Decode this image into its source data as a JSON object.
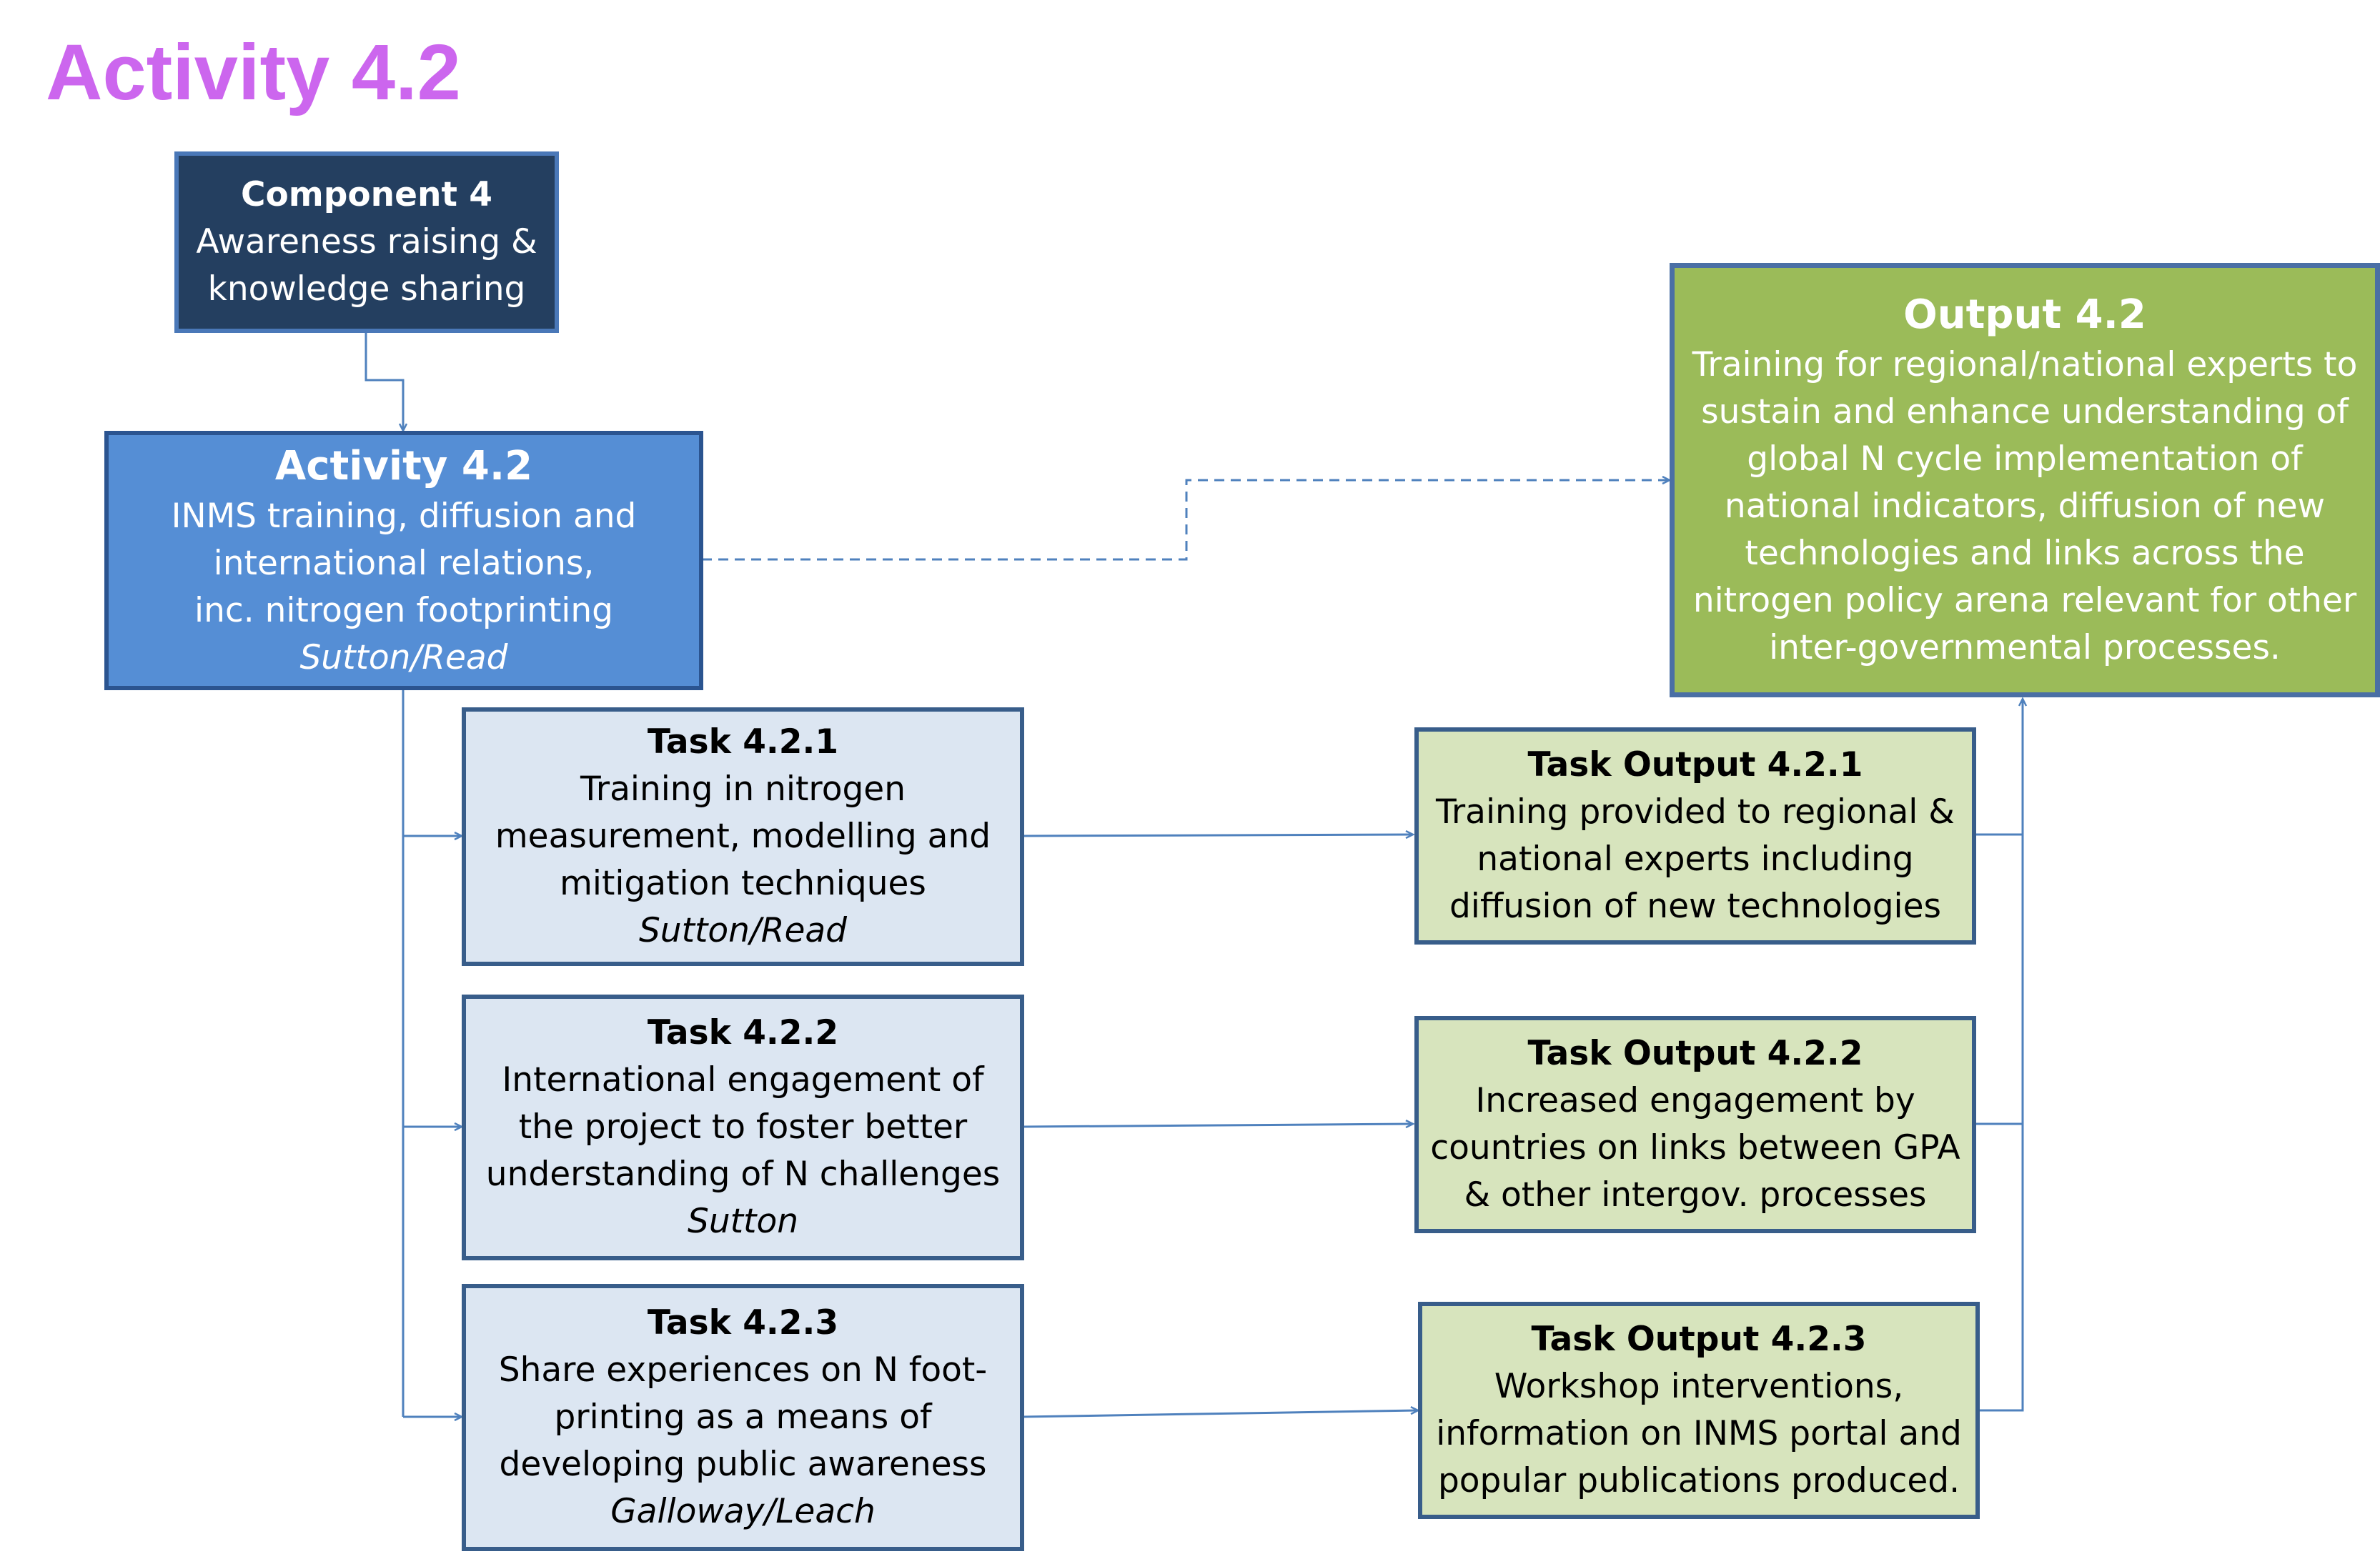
{
  "page_title": "Activity 4.2",
  "colors": {
    "title": "#cc66ee",
    "component_fill": "#243f60",
    "activity_fill": "#558ed5",
    "output_fill": "#9bbb59",
    "task_fill": "#dce6f2",
    "task_output_fill": "#d7e4bd",
    "connector": "#4f81bd"
  },
  "component": {
    "title": "Component 4",
    "lines": [
      "Awareness raising &",
      "knowledge sharing"
    ]
  },
  "activity": {
    "title": "Activity 4.2",
    "lines": [
      "INMS training, diffusion and",
      "international relations,",
      "inc. nitrogen footprinting"
    ],
    "leads": "Sutton/Read"
  },
  "output": {
    "title": "Output 4.2",
    "lines": [
      "Training for regional/national experts to",
      "sustain and enhance understanding of",
      "global N cycle implementation of",
      "national indicators, diffusion of new",
      "technologies and links across the",
      "nitrogen policy arena relevant for other",
      "inter-governmental processes."
    ]
  },
  "tasks": [
    {
      "title": "Task 4.2.1",
      "lines": [
        "Training in nitrogen",
        "measurement, modelling and",
        "mitigation techniques"
      ],
      "leads": "Sutton/Read"
    },
    {
      "title": "Task 4.2.2",
      "lines": [
        "International engagement of",
        "the project to foster better",
        "understanding of N challenges"
      ],
      "leads": "Sutton"
    },
    {
      "title": "Task 4.2.3",
      "lines": [
        "Share experiences on N foot-",
        "printing as a means of",
        "developing public awareness"
      ],
      "leads": "Galloway/Leach"
    }
  ],
  "task_outputs": [
    {
      "title": "Task Output 4.2.1",
      "lines": [
        "Training provided to regional &",
        "national experts including",
        "diffusion of new technologies"
      ]
    },
    {
      "title": "Task Output 4.2.2",
      "lines": [
        "Increased engagement by",
        "countries on links between GPA",
        "& other intergov. processes"
      ]
    },
    {
      "title": "Task Output 4.2.3",
      "lines": [
        "Workshop interventions,",
        "information on INMS portal and",
        "popular publications produced."
      ]
    }
  ]
}
